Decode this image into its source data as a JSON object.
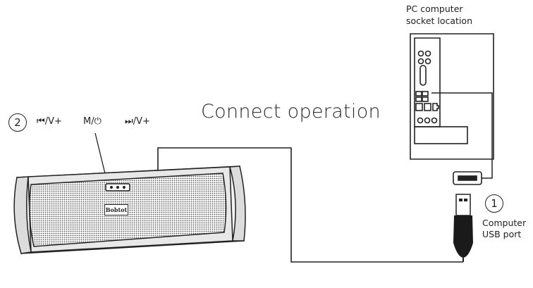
{
  "pc": {
    "label_line1": "PC computer",
    "label_line2": "socket location"
  },
  "title": "Connect operation",
  "steps": {
    "step2_number": "2",
    "step1_number": "1"
  },
  "controls": {
    "prev_vol": "⏮/V+",
    "mode_power": "M/⏻",
    "next_vol": "⏭/V+"
  },
  "speaker": {
    "brand": "Bobtot"
  },
  "usb": {
    "label_line1": "Computer",
    "label_line2": "USB port"
  },
  "colors": {
    "line": "#222222",
    "grille": "#cfcfcf",
    "plug_body": "#1a1a1a",
    "speaker_shell": "#f2f2f2"
  }
}
